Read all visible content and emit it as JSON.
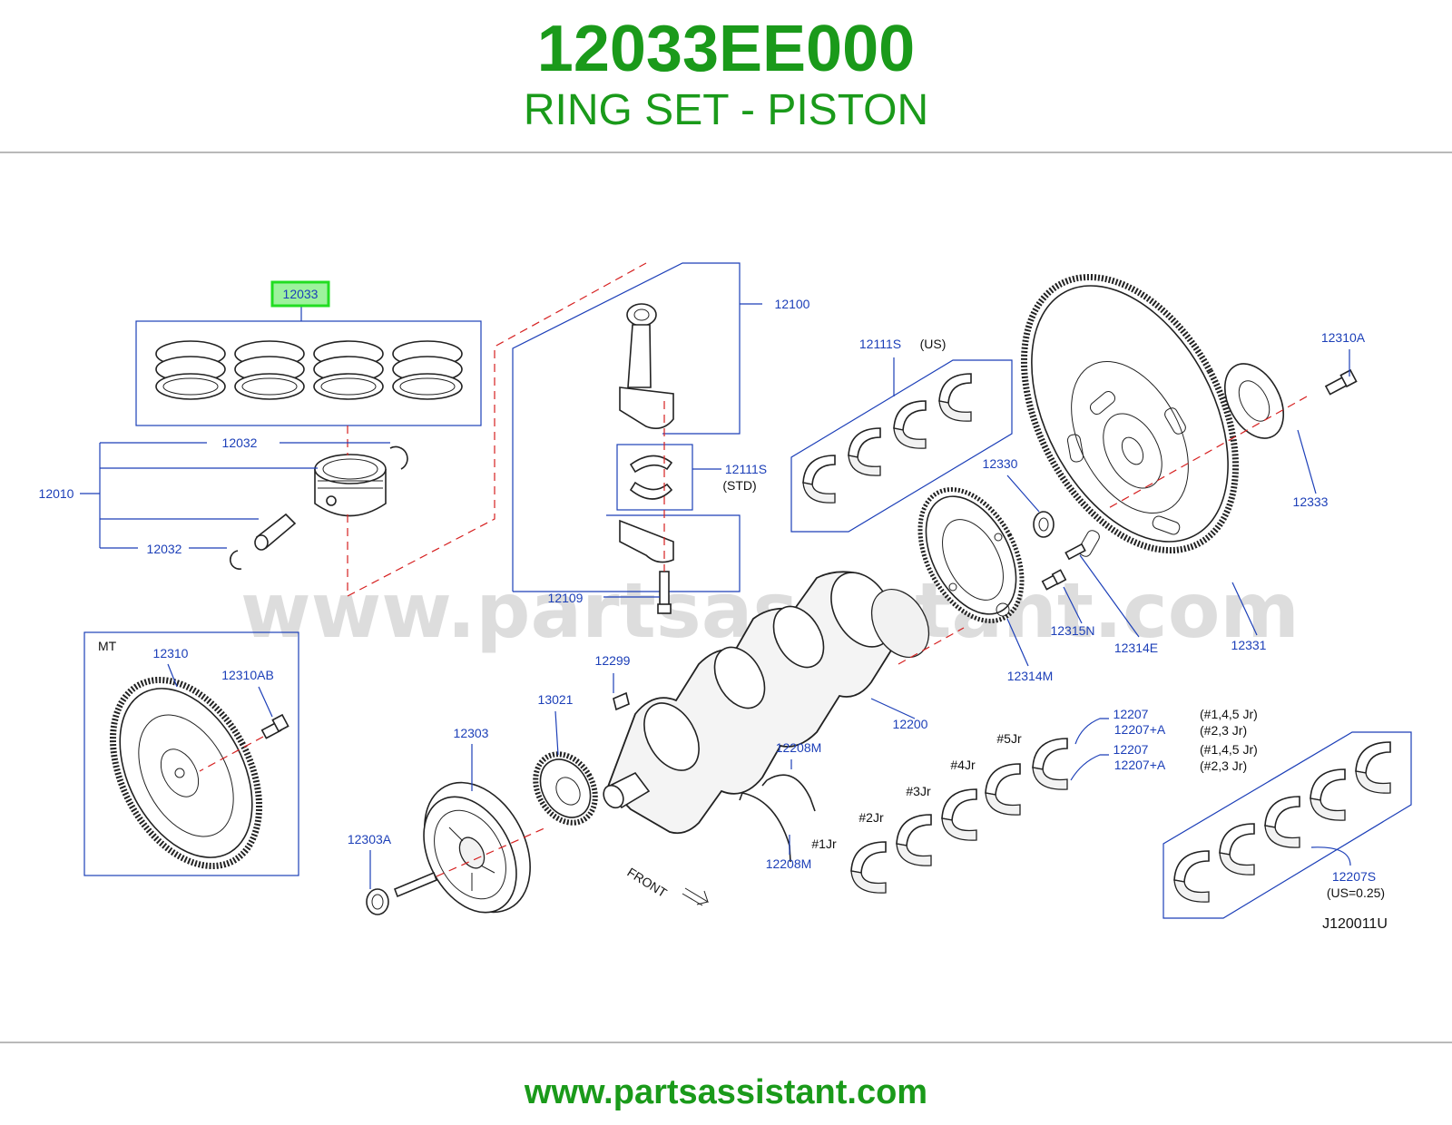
{
  "header": {
    "part_number": "12033EE000",
    "description": "RING SET - PISTON"
  },
  "footer": {
    "url": "www.partsassistant.com"
  },
  "watermark": "www.partsassistant.com",
  "diagram": {
    "code": "J120011U",
    "front_label": "FRONT",
    "mt_label": "MT",
    "highlight_color": "#22dd22",
    "line_color": "#1c3fb8",
    "dash_color": "#d62020",
    "callouts": {
      "p12033": "12033",
      "p12032a": "12032",
      "p12010": "12010",
      "p12032b": "12032",
      "p12100": "12100",
      "p12111s_std": "12111S",
      "std": "(STD)",
      "p12109": "12109",
      "p12111s_us": "12111S",
      "us": "(US)",
      "p12310a": "12310A",
      "p12333": "12333",
      "p12330": "12330",
      "p12331": "12331",
      "p12315n": "12315N",
      "p12314e": "12314E",
      "p12314m": "12314M",
      "p12200": "12200",
      "p12310": "12310",
      "p12310ab": "12310AB",
      "p12299": "12299",
      "p13021": "13021",
      "p12303": "12303",
      "p12303a": "12303A",
      "p12208m_a": "12208M",
      "p12208m_b": "12208M",
      "p12207_1": "12207",
      "p12207a_1": "12207+A",
      "p12207_2": "12207",
      "p12207a_2": "12207+A",
      "j1": "(#1,4,5   Jr)",
      "j2": "(#2,3   Jr)",
      "j3": "(#1,4,5   Jr)",
      "j4": "(#2,3   Jr)",
      "jr1": "#1Jr",
      "jr2": "#2Jr",
      "jr3": "#3Jr",
      "jr4": "#4Jr",
      "jr5": "#5Jr",
      "p12207s": "12207S",
      "us025": "(US=0.25)"
    }
  }
}
